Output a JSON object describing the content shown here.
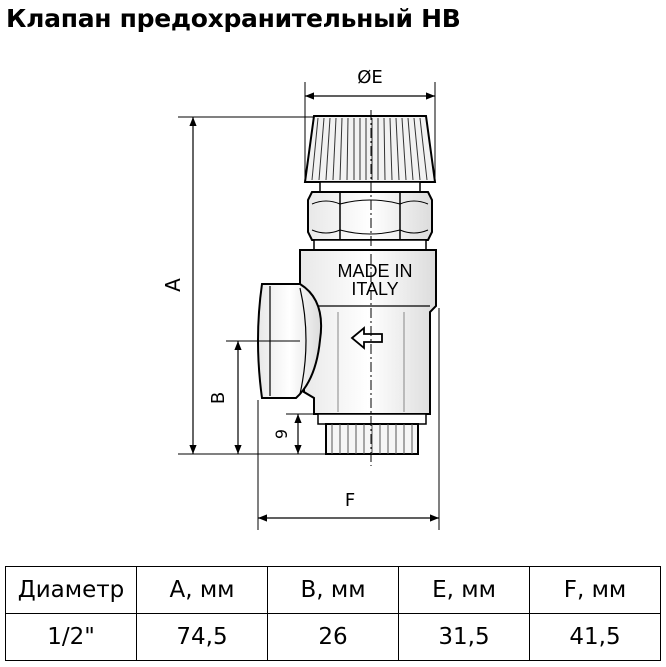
{
  "title": "Клапан предохранительный НВ",
  "drawing": {
    "labels": {
      "diameter_e": "ØE",
      "a": "A",
      "b": "B",
      "nine": "9",
      "f": "F",
      "stamp_line1": "MADE IN",
      "stamp_line2": "ITALY"
    },
    "icons": [
      "flow-arrow-icon"
    ]
  },
  "table": {
    "headers": [
      "Диаметр",
      "A, мм",
      "B, мм",
      "E, мм",
      "F, мм"
    ],
    "rows": [
      [
        "1/2\"",
        "74,5",
        "26",
        "31,5",
        "41,5"
      ]
    ]
  }
}
